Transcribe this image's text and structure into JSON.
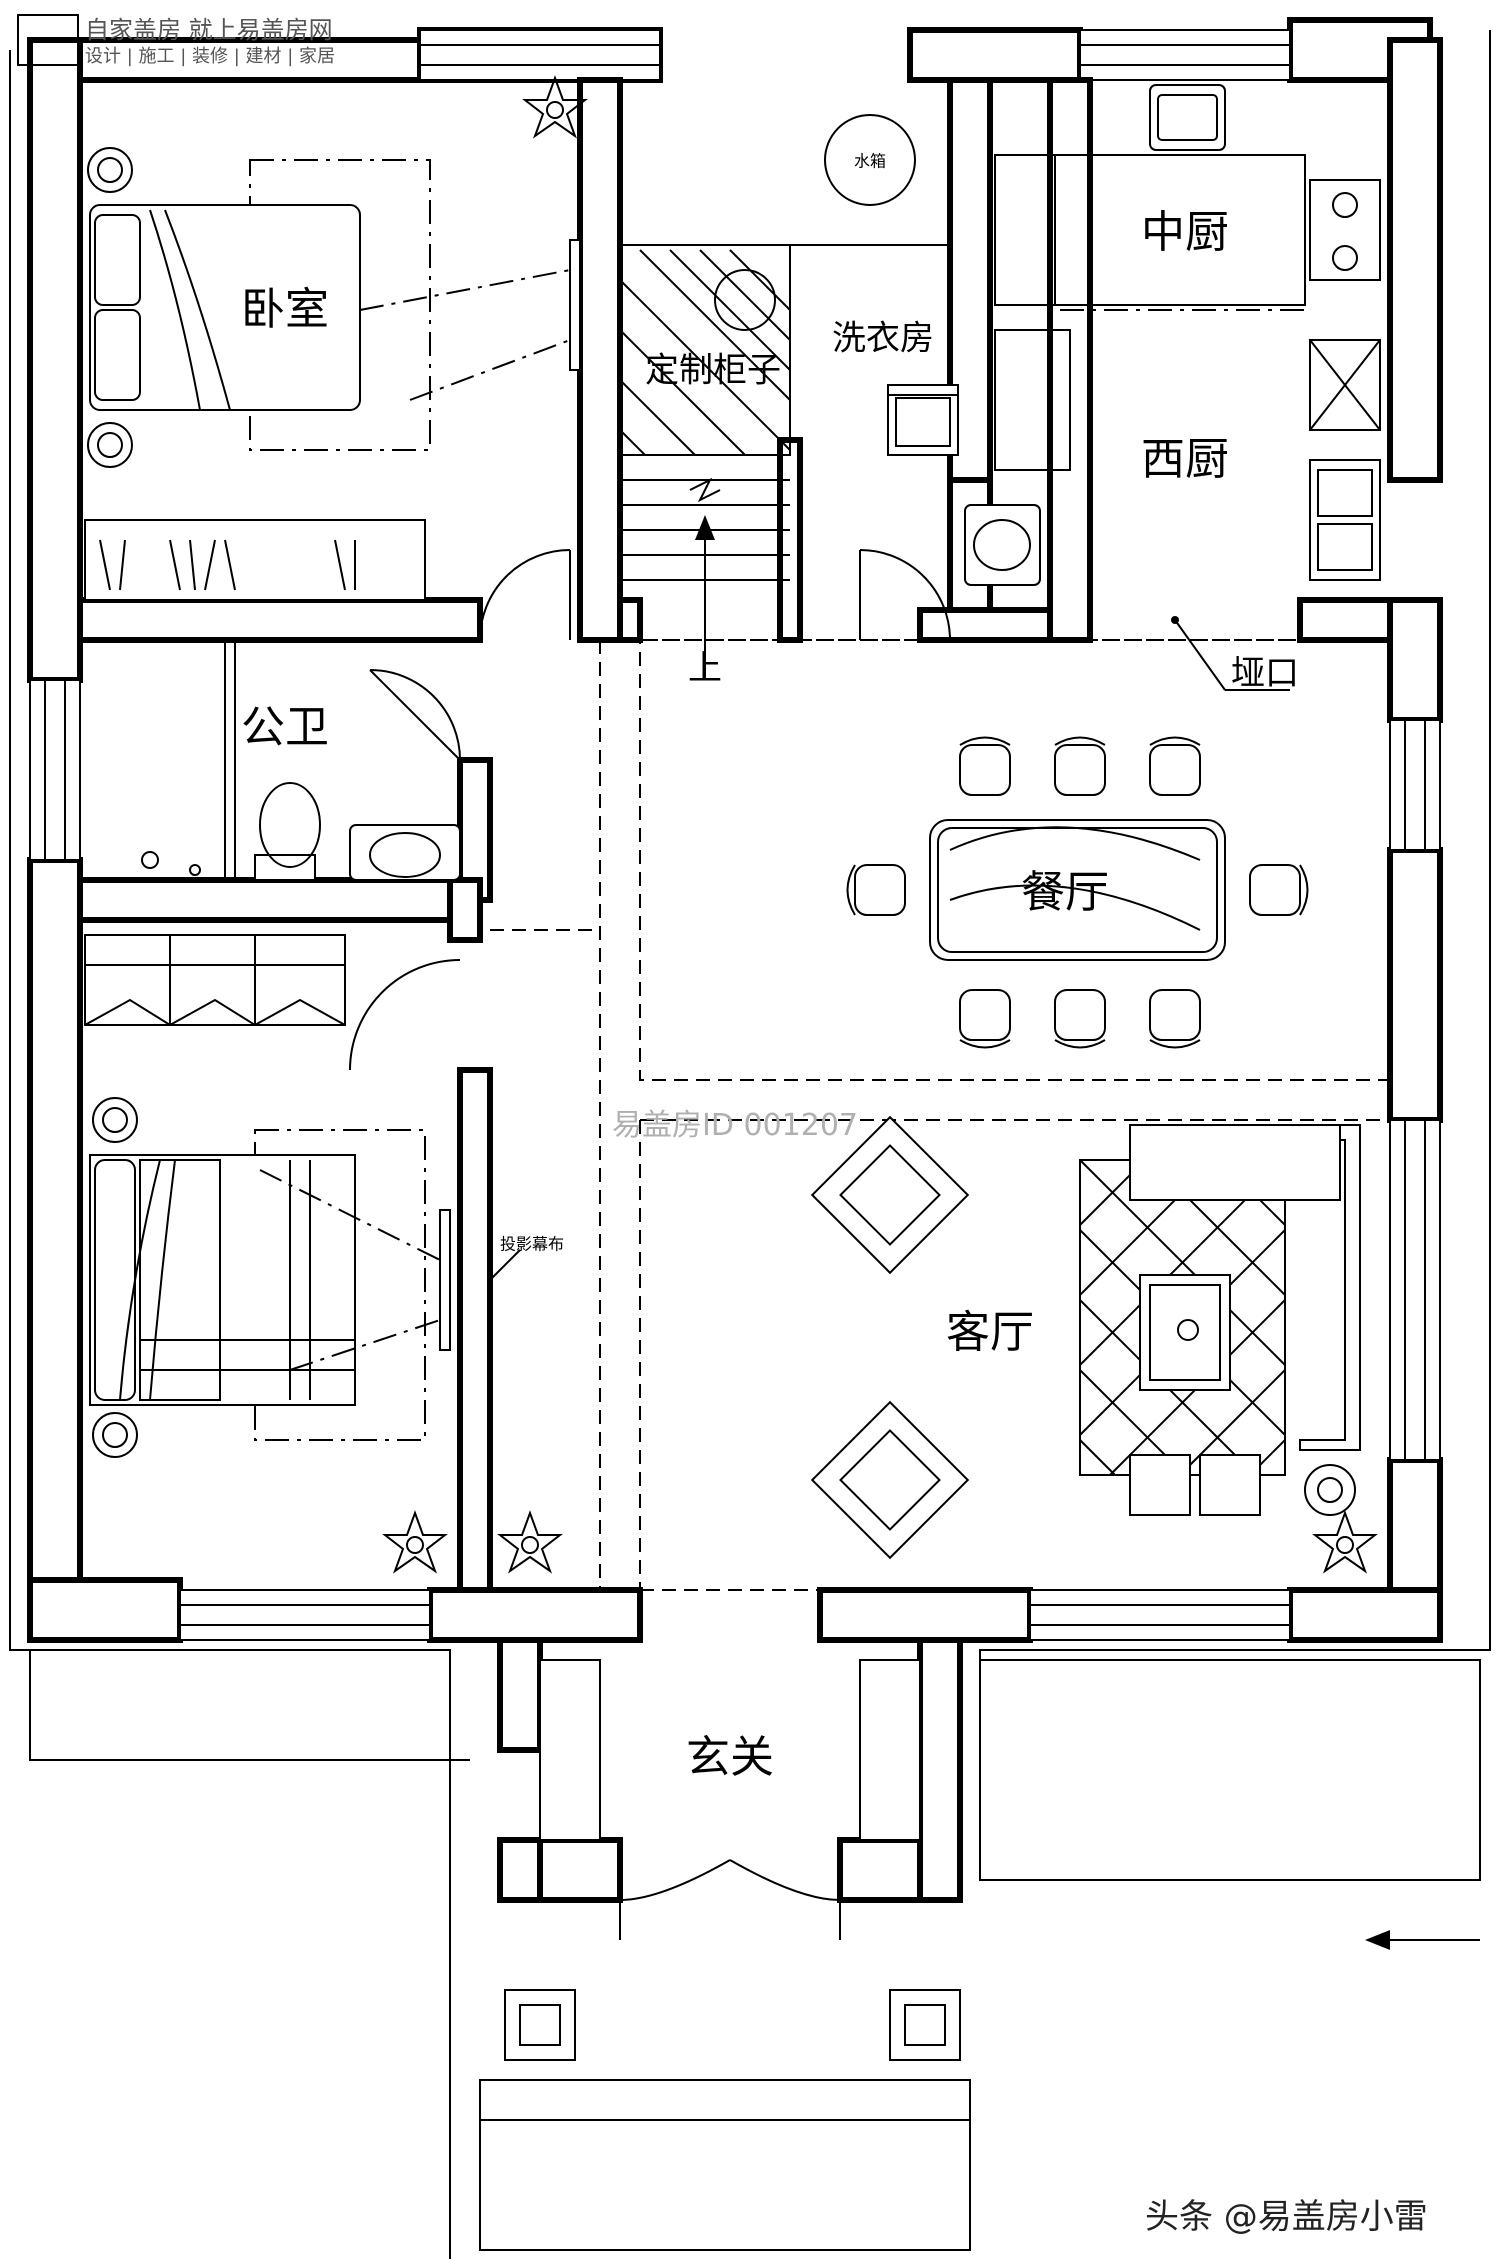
{
  "watermark": {
    "line1": "自家盖房 就上易盖房网",
    "line2": "设计 | 施工 | 装修 | 建材 | 家居",
    "center_id": "易盖房ID 001207"
  },
  "rooms": {
    "bedroom_top": "卧室",
    "water_tank": "水箱",
    "custom_cabinet": "定制柜子",
    "laundry": "洗衣房",
    "chinese_kitchen": "中厨",
    "western_kitchen": "西厨",
    "stair_up": "上",
    "pass_through": "垭口",
    "public_bath": "公卫",
    "dining": "餐厅",
    "living": "客厅",
    "projector_screen": "投影幕布",
    "foyer": "玄关"
  },
  "credit": "头条 @易盖房小雷"
}
